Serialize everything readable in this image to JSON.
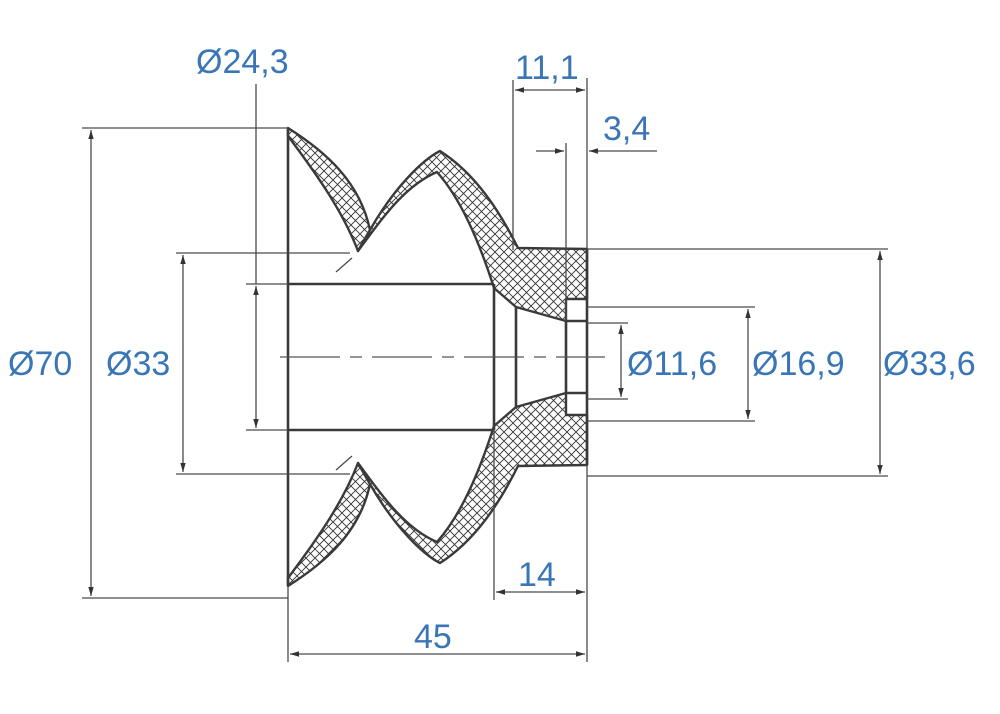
{
  "drawing": {
    "dimensions": {
      "d_outer": "Ø70",
      "d_inner": "Ø33",
      "d_bore": "Ø24,3",
      "width_11_1": "11,1",
      "width_3_4": "3,4",
      "d_hole_small": "Ø11,6",
      "d_hole_mid": "Ø16,9",
      "d_hub": "Ø33,6",
      "width_14": "14",
      "length_total": "45"
    },
    "colors": {
      "dimension_text": "#3a76b6",
      "line": "#3a3a3a"
    }
  }
}
